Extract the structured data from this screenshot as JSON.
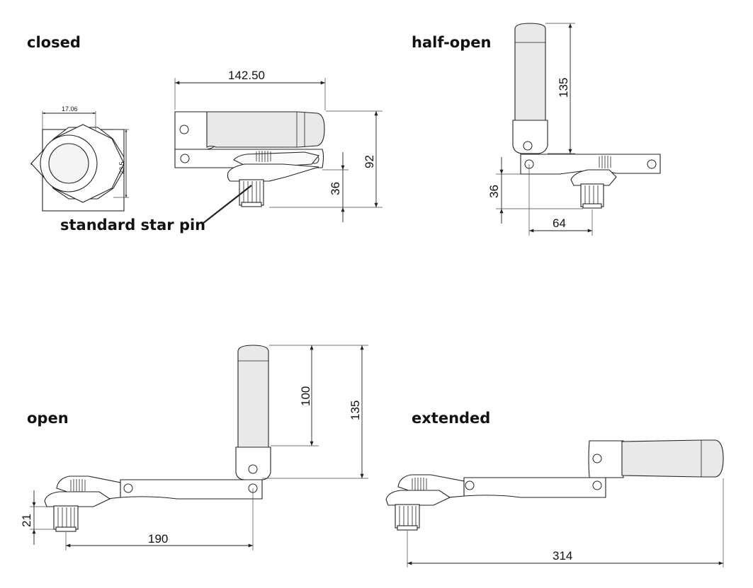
{
  "views": {
    "closed": {
      "title": "closed",
      "pin_label": "standard star pin",
      "width_dim": "142.50",
      "height_dim": "92",
      "pin_dim": "36",
      "star_width": "17.06",
      "star_height": "23.5"
    },
    "half_open": {
      "title": "half-open",
      "handle_dim": "135",
      "pin_dim": "36",
      "offset_dim": "64"
    },
    "open": {
      "title": "open",
      "handle_dim": "100",
      "total_dim": "135",
      "pin_dim": "21",
      "length_dim": "190"
    },
    "extended": {
      "title": "extended",
      "length_dim": "314"
    }
  }
}
